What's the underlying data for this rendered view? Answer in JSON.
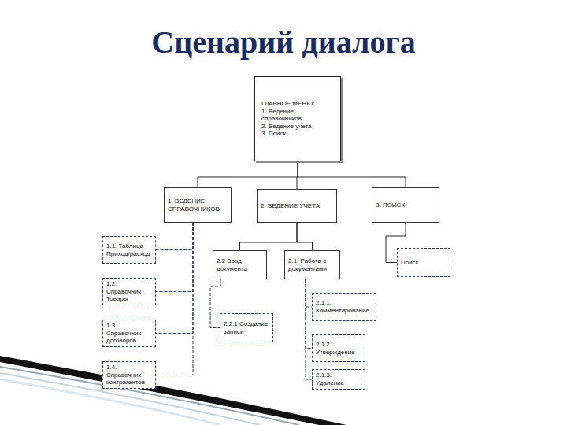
{
  "diagram": {
    "title": "Сценарий диалога",
    "nodes": [
      {
        "text": [
          "ГЛАВНОЕ МЕНЮ:",
          "1. Ведение справочников",
          "2. Ведение учета",
          "3. Поиск"
        ]
      },
      {
        "text": [
          "1. ВЕДЕНИЕ СПРАВОЧНИКОВ"
        ]
      },
      {
        "text": [
          "2. ВЕДЕНИЕ УЧЕТА"
        ]
      },
      {
        "text": [
          "3. ПОИСК"
        ]
      },
      {
        "text": [
          "1.1. Таблица Приход/расход"
        ]
      },
      {
        "text": [
          "1.2. Справочник Товары"
        ]
      },
      {
        "text": [
          "1.3. Справочник договоров"
        ]
      },
      {
        "text": [
          "1.4. Справочник контрагентов"
        ]
      },
      {
        "text": [
          "2.2 Ввод документа"
        ]
      },
      {
        "text": [
          "2.1. Работа с документами"
        ]
      },
      {
        "text": [
          "Поиск"
        ]
      },
      {
        "text": [
          "2.2.1 Создание записи"
        ]
      },
      {
        "text": [
          "2.1.1. Комментирование"
        ]
      },
      {
        "text": [
          "2.1.2. Утверждение"
        ]
      },
      {
        "text": [
          "2.1.3. Удаление"
        ]
      }
    ],
    "edges": [
      {
        "from": 0,
        "to": 1,
        "arrow": "none"
      },
      {
        "from": 0,
        "to": 2,
        "arrow": "none"
      },
      {
        "from": 0,
        "to": 3,
        "arrow": "none"
      },
      {
        "from": 1,
        "to": 4,
        "arrow": "none"
      },
      {
        "from": 1,
        "to": 5,
        "arrow": "none"
      },
      {
        "from": 1,
        "to": 6,
        "arrow": "none"
      },
      {
        "from": 1,
        "to": 7,
        "arrow": "none"
      },
      {
        "from": 2,
        "to": 8,
        "arrow": "none"
      },
      {
        "from": 2,
        "to": 9,
        "arrow": "none"
      },
      {
        "from": 3,
        "to": 10,
        "arrow": "none"
      },
      {
        "from": 8,
        "to": 11,
        "arrow": "none"
      },
      {
        "from": 9,
        "to": 12,
        "arrow": "none"
      },
      {
        "from": 9,
        "to": 13,
        "arrow": "none"
      },
      {
        "from": 9,
        "to": 14,
        "arrow": "none"
      }
    ]
  }
}
